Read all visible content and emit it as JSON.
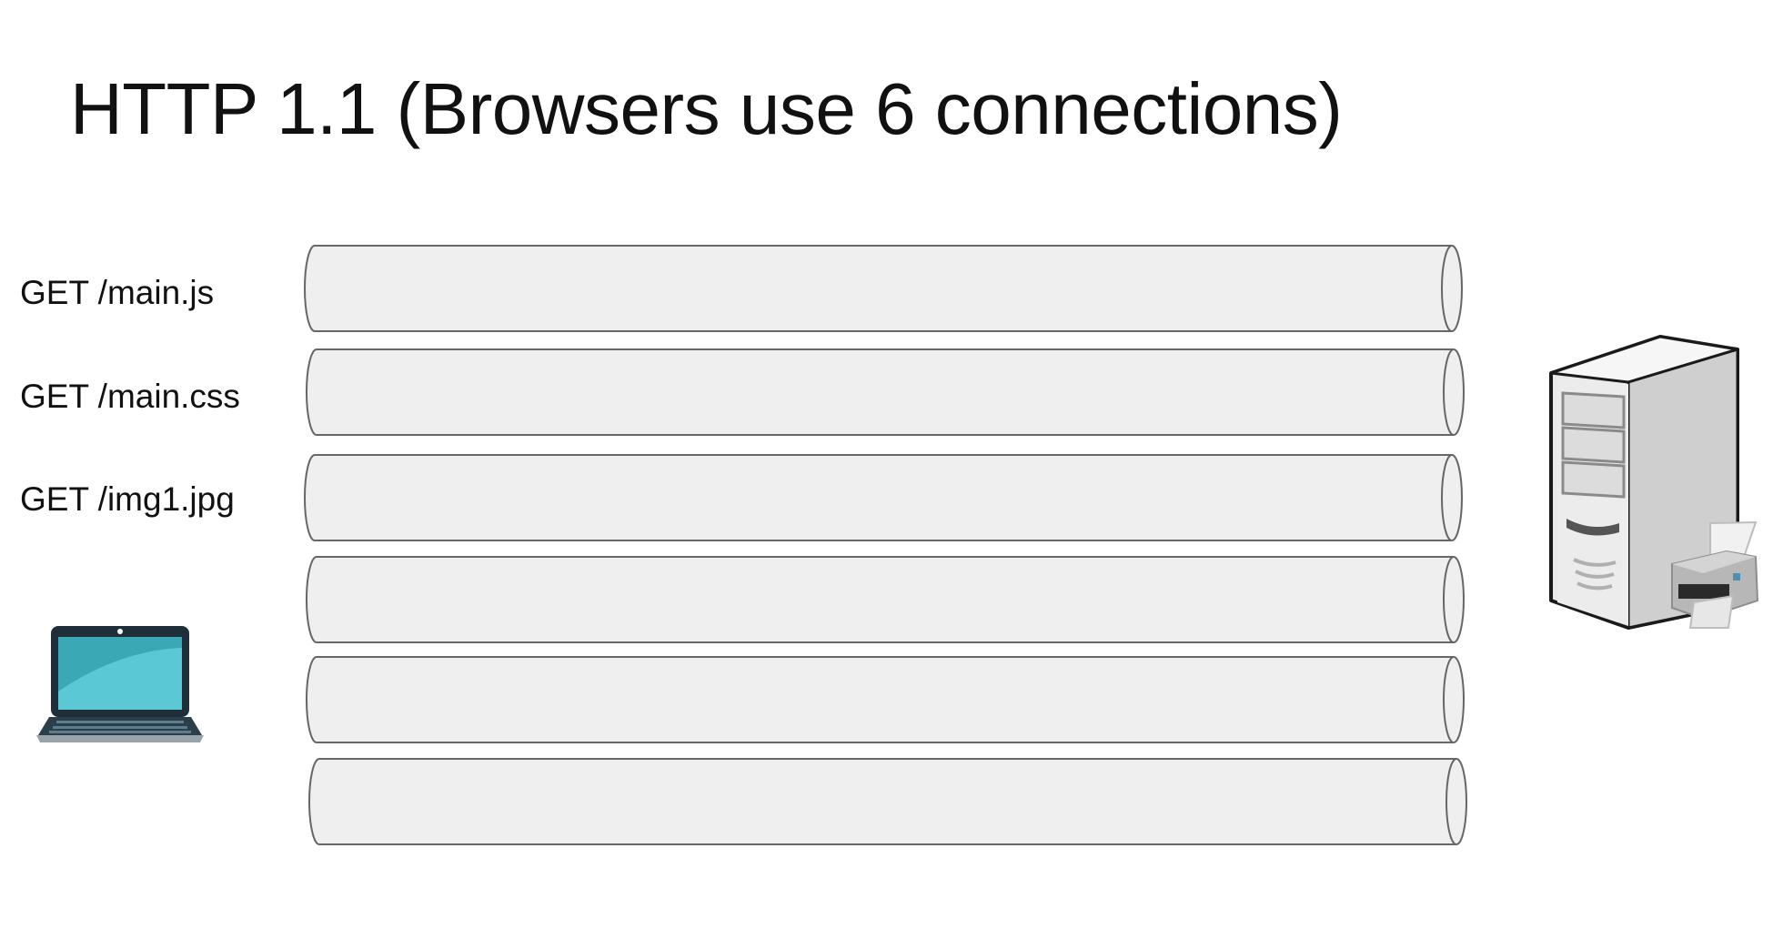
{
  "title": "HTTP 1.1 (Browsers use 6 connections)",
  "requests": [
    "GET /main.js",
    "GET /main.css",
    "GET /img1.jpg"
  ],
  "connection_count": 6,
  "icons": {
    "client": "laptop-icon",
    "server": "server-tower-icon"
  },
  "colors": {
    "pipe_fill": "#efefef",
    "pipe_stroke": "#666666",
    "laptop_screen": "#5bc8d6",
    "laptop_body": "#1f2f3a",
    "server_body": "#e9e9e9"
  }
}
